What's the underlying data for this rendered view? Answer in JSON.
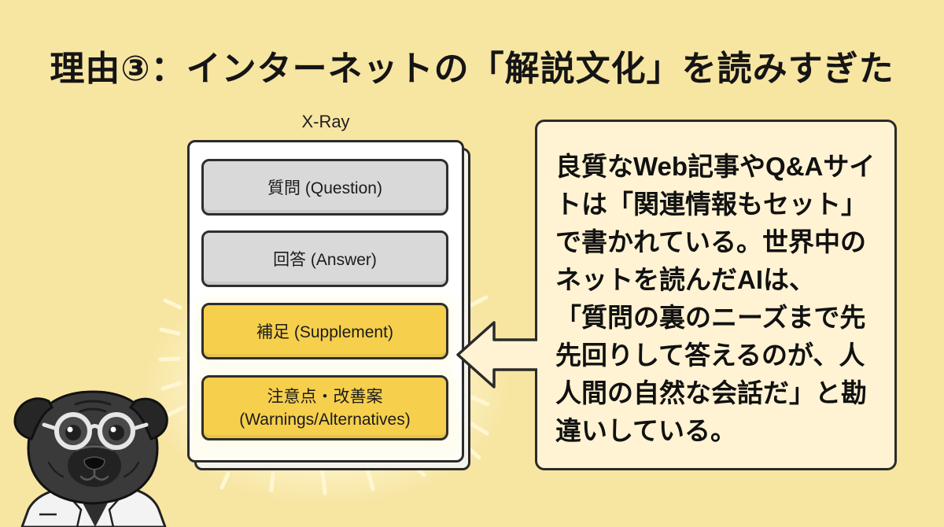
{
  "slide": {
    "title": "理由③：インターネットの「解説文化」を読みすぎた",
    "background_color": "#F7E5A2",
    "title_color": "#151515"
  },
  "xray": {
    "label": "X-Ray",
    "row_color": "#D9D9D9",
    "highlight_color": "#F6CF4C",
    "rows": [
      {
        "label": "質問 (Question)",
        "highlighted": false
      },
      {
        "label": "回答 (Answer)",
        "highlighted": false
      },
      {
        "label": "補足 (Supplement)",
        "highlighted": true
      },
      {
        "label": "注意点・改善案",
        "sublabel": "(Warnings/Alternatives)",
        "highlighted": true
      }
    ]
  },
  "arrow": {
    "icon": "arrow-left-icon"
  },
  "explanation": {
    "box_color": "#FFF3D3",
    "lines": [
      "良質なWeb記事やQ&Aサイ",
      "トは「関連情報もセット」",
      "で書かれている。世界中の",
      "ネットを読んだAIは、",
      "「質問の裏のニーズまで先",
      "先回りして答えるのが、人",
      "人間の自然な会話だ」と勘",
      "違いしている。"
    ]
  },
  "mascot": {
    "icon": "pug-scientist-icon"
  }
}
